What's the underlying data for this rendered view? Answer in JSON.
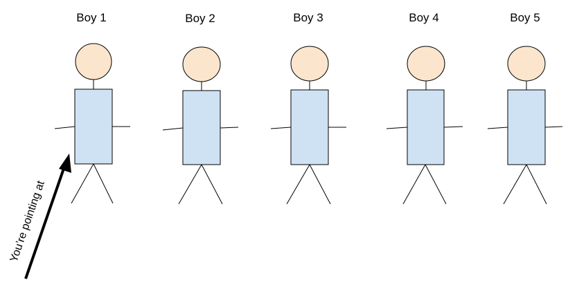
{
  "colors": {
    "head_fill": "#fce5cd",
    "body_fill": "#cfe2f3",
    "outline": "#000000",
    "arrow": "#000000"
  },
  "boys": [
    {
      "label": "Boy 1"
    },
    {
      "label": "Boy 2"
    },
    {
      "label": "Boy 3"
    },
    {
      "label": "Boy 4"
    },
    {
      "label": "Boy 5"
    }
  ],
  "pointer": {
    "label": "You’re pointing at",
    "target": "Boy 1"
  }
}
